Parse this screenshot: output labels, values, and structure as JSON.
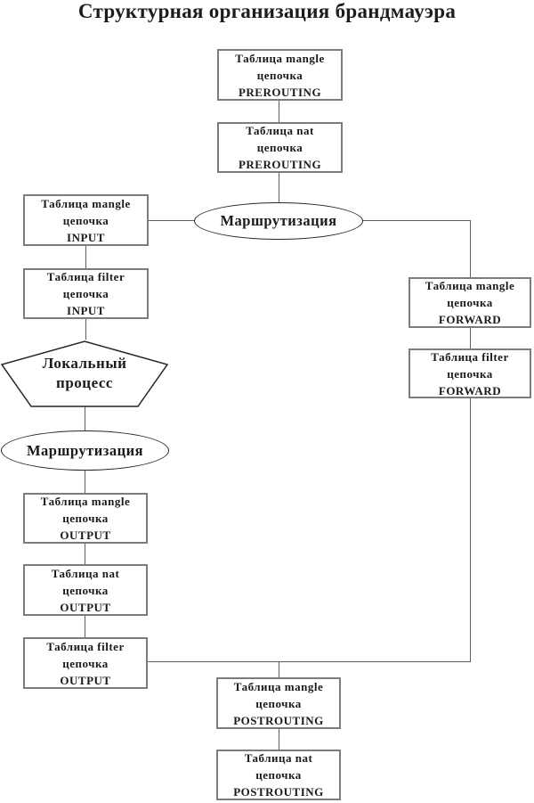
{
  "title": "Структурная организация брандмауэра",
  "nodes": {
    "mangle_prerouting": "Таблица mangle\nцепочка\nPREROUTING",
    "nat_prerouting": "Таблица nat\nцепочка\nPREROUTING",
    "routing_top": "Маршрутизация",
    "mangle_input": "Таблица mangle\nцепочка\nINPUT",
    "filter_input": "Таблица filter\nцепочка\nINPUT",
    "local_process": "Локальный\nпроцесс",
    "routing_left": "Маршрутизация",
    "mangle_output": "Таблица mangle\nцепочка\nOUTPUT",
    "nat_output": "Таблица nat\nцепочка\nOUTPUT",
    "filter_output": "Таблица filter\nцепочка\nOUTPUT",
    "mangle_forward": "Таблица mangle\nцепочка\nFORWARD",
    "filter_forward": "Таблица filter\nцепочка\nFORWARD",
    "mangle_postrouting": "Таблица mangle\nцепочка\nPOSTROUTING",
    "nat_postrouting": "Таблица nat\nцепочка\nPOSTROUTING"
  },
  "colors": {
    "background": "#ffffff",
    "box_border": "#7c7c7c",
    "shape_border": "#262626",
    "connector_line": "#5f5f5f",
    "text": "#1a1a1a"
  }
}
